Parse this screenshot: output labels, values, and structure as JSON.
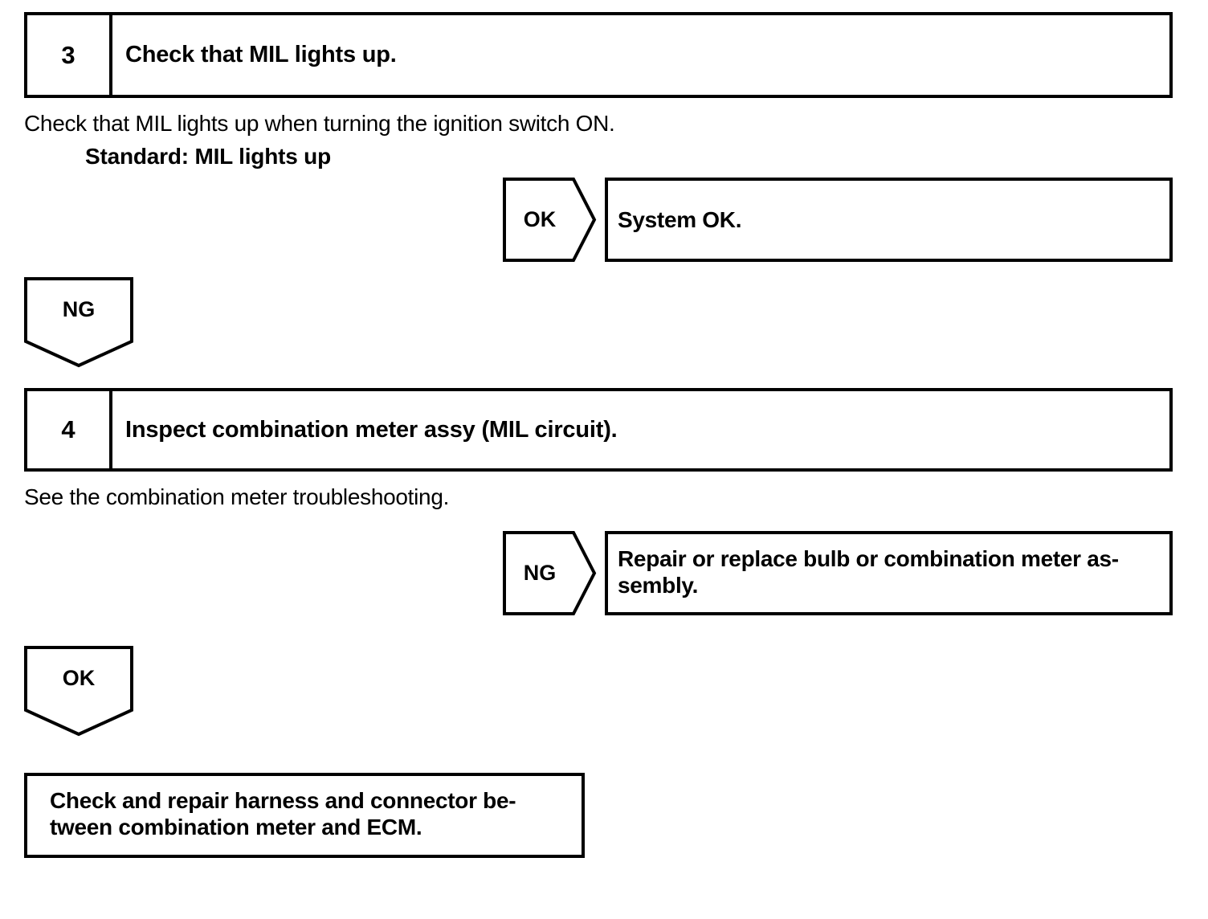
{
  "document": {
    "kind": "diagnostic-flowchart",
    "ink_color": "#000000",
    "paper_color": "#ffffff"
  },
  "steps": [
    {
      "number": "3",
      "title": "Check that MIL lights up.",
      "description": "Check that MIL lights up when turning the ignition switch ON.",
      "standard": "Standard: MIL lights up",
      "branch_right": {
        "judgement": "OK",
        "result_line1": "System OK.",
        "result_line2": ""
      },
      "branch_down": {
        "judgement": "NG"
      }
    },
    {
      "number": "4",
      "title": "Inspect combination meter assy (MIL circuit).",
      "description": "See the combination meter troubleshooting.",
      "standard": "",
      "branch_right": {
        "judgement": "NG",
        "result_line1": "Repair or replace bulb or combination meter as-",
        "result_line2": "sembly."
      },
      "branch_down": {
        "judgement": "OK"
      }
    }
  ],
  "final_action": {
    "line1": "Check and repair harness and connector be-",
    "line2": "tween combination meter and ECM."
  }
}
